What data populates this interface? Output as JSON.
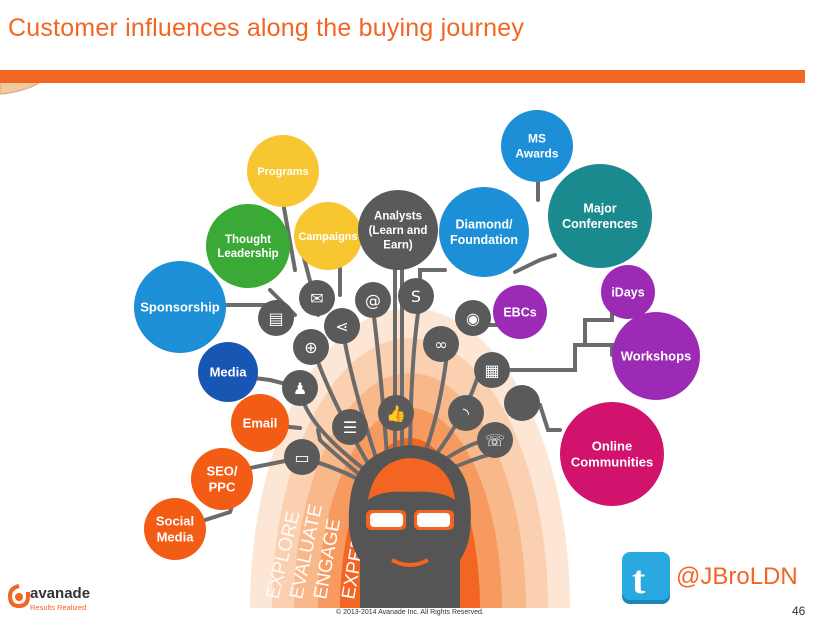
{
  "slide": {
    "title": "Customer influences along the buying journey",
    "page_number": "46",
    "copyright": "© 2013-2014 Avanade Inc. All Rights Reserved.",
    "twitter_handle": "@JBroLDN",
    "twitter_glyph": "t",
    "brand": "avanade",
    "brand_tagline": "Results Realized",
    "accent_color": "#f26522"
  },
  "stages": [
    "EXPLORE",
    "EVALUATE",
    "ENGAGE",
    "EXPERIENCE"
  ],
  "bubbles": [
    {
      "id": "programs",
      "lines": [
        "Programs"
      ],
      "color": "#f8c630"
    },
    {
      "id": "campaigns",
      "lines": [
        "Campaigns"
      ],
      "color": "#f8c630"
    },
    {
      "id": "thought-leadership",
      "lines": [
        "Thought",
        "Leadership"
      ],
      "color": "#3aa935"
    },
    {
      "id": "analysts",
      "lines": [
        "Analysts",
        "(Learn and",
        "Earn)"
      ],
      "color": "#5a5a5a"
    },
    {
      "id": "ms-awards",
      "lines": [
        "MS",
        "Awards"
      ],
      "color": "#1c8fd6"
    },
    {
      "id": "diamond-foundation",
      "lines": [
        "Diamond/",
        "Foundation"
      ],
      "color": "#1c8fd6"
    },
    {
      "id": "major-conferences",
      "lines": [
        "Major",
        "Conferences"
      ],
      "color": "#1a8a8f"
    },
    {
      "id": "sponsorship",
      "lines": [
        "Sponsorship"
      ],
      "color": "#1c8fd6"
    },
    {
      "id": "ebcs",
      "lines": [
        "EBCs"
      ],
      "color": "#9b2bb5"
    },
    {
      "id": "idays",
      "lines": [
        "iDays"
      ],
      "color": "#9b2bb5"
    },
    {
      "id": "workshops",
      "lines": [
        "Workshops"
      ],
      "color": "#9b2bb5"
    },
    {
      "id": "media",
      "lines": [
        "Media"
      ],
      "color": "#1856b4"
    },
    {
      "id": "email",
      "lines": [
        "Email"
      ],
      "color": "#f25c14"
    },
    {
      "id": "online-communities",
      "lines": [
        "Online",
        "Communities"
      ],
      "color": "#d1136e"
    },
    {
      "id": "seo-ppc",
      "lines": [
        "SEO/",
        "PPC"
      ],
      "color": "#f25c14"
    },
    {
      "id": "social-media",
      "lines": [
        "Social",
        "Media"
      ],
      "color": "#f25c14"
    }
  ],
  "icons": [
    {
      "id": "document-icon",
      "glyph": "▤"
    },
    {
      "id": "envelope-icon",
      "glyph": "✉"
    },
    {
      "id": "at-sign-icon",
      "glyph": "@"
    },
    {
      "id": "skype-icon",
      "glyph": "S"
    },
    {
      "id": "globe-icon",
      "glyph": "⊕"
    },
    {
      "id": "share-icon",
      "glyph": "⋖"
    },
    {
      "id": "eye-icon",
      "glyph": "◉"
    },
    {
      "id": "link-icon",
      "glyph": "∞"
    },
    {
      "id": "people-icon",
      "glyph": "♟"
    },
    {
      "id": "building-icon",
      "glyph": "▦"
    },
    {
      "id": "chat-icon",
      "glyph": "☰"
    },
    {
      "id": "thumbs-up-icon",
      "glyph": "👍"
    },
    {
      "id": "rss-icon",
      "glyph": "◝"
    },
    {
      "id": "phone-icon",
      "glyph": "☏"
    },
    {
      "id": "computer-icon",
      "glyph": "▭"
    },
    {
      "id": "blank-icon",
      "glyph": ""
    }
  ]
}
